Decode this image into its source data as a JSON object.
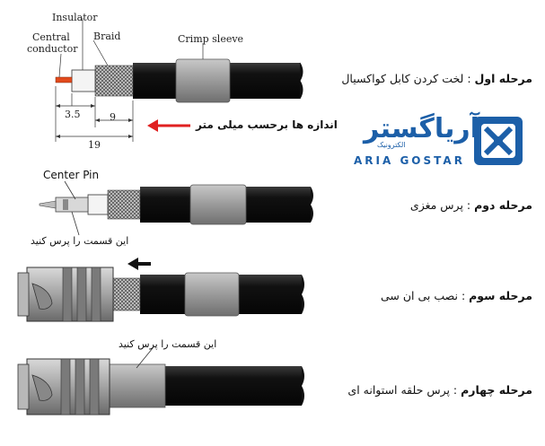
{
  "steps": [
    {
      "title": "مرحله اول",
      "desc": ": لخت کردن کابل کواکسیال"
    },
    {
      "title": "مرحله دوم",
      "desc": ": پرس مغزی"
    },
    {
      "title": "مرحله سوم",
      "desc": ": نصب بی ان سی"
    },
    {
      "title": "مرحله چهارم",
      "desc": ": پرس حلقه استوانه ای"
    }
  ],
  "diagram1": {
    "insulator": "Insulator",
    "central_conductor_line1": "Central",
    "central_conductor_line2": "conductor",
    "braid": "Braid",
    "crimp_sleeve": "Crimp sleeve",
    "dim_a": "3.5",
    "dim_b": "9",
    "dim_c": "19",
    "measure_note": "اندازه ها برحسب میلی متر"
  },
  "diagram2": {
    "center_pin": "Center Pin",
    "press_note": "این قسمت را پرس کنید"
  },
  "diagram4": {
    "press_note": "این قسمت را پرس کنید"
  },
  "logo": {
    "name_fa": "آریاگستر",
    "sub_fa": "الکترونیک",
    "name_en": "ARIA GOSTAR"
  },
  "colors": {
    "cable": "#141414",
    "sleeve": "#9a9a9a",
    "braid": "#bdbdbd",
    "arrow_red": "#e02020",
    "brand_blue": "#1c5fa8"
  }
}
